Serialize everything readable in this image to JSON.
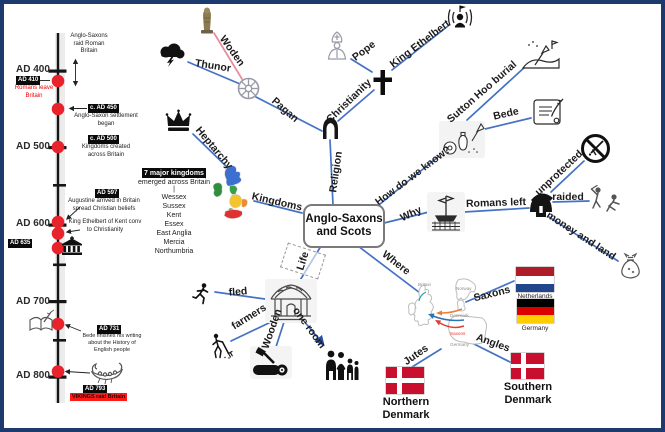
{
  "center": {
    "line1": "Anglo-Saxons",
    "line2": "and Scots"
  },
  "branches": {
    "religion": "Religion",
    "pagan": "Pagan",
    "woden": "Woden",
    "thunor": "Thunor",
    "christianity": "Christianity",
    "pope": "Pope",
    "king_ethelbert": "King Ethelbert",
    "how_do_we_know": "How do we know?",
    "sutton_hoo": "Sutton Hoo burial",
    "bede": "Bede",
    "why": "Why",
    "romans_left": "Romans left",
    "unprotected": "unprotected",
    "raided": "raided",
    "money_and_land": "money and land",
    "where": "Where",
    "saxons": "Saxons",
    "angles": "Angles",
    "jutes": "Jutes",
    "life": "Life",
    "fled": "fled",
    "farmers": "farmers",
    "wooden": "Wooden",
    "one_room": "one room",
    "kingdoms": "Kingdoms",
    "heptarchy": "Heptarchy"
  },
  "kingdoms_note": {
    "heading": "7 major kingdoms",
    "subheading": "emerged across Britain",
    "divider": "|",
    "items": [
      "Wessex",
      "Sussex",
      "Kent",
      "Essex",
      "East Anglia",
      "Mercia",
      "Northumbria"
    ]
  },
  "flags": {
    "netherlands_label": "Netherlands",
    "germany_label": "Germany",
    "southern_denmark_label": "Southern Denmark",
    "northern_denmark_label": "Northern Denmark"
  },
  "mini_map_labels": {
    "britain": "Britain",
    "norway": "Norway",
    "denmark": "Denmark",
    "germany": "Germany",
    "saxons": "Saxons"
  },
  "timeline": {
    "years": [
      "AD 400",
      "AD 500",
      "AD 600",
      "AD 700",
      "AD 800"
    ],
    "raid_note": "Anglo-Saxons raid Roman Britain",
    "events": {
      "e410": {
        "date": "AD 410",
        "text": "Romans leave Britain"
      },
      "e450": {
        "date": "c. AD 450",
        "text": "Anglo-Saxon settlement began"
      },
      "e500": {
        "date": "c. AD 500",
        "text": "Kingdoms created across Britain"
      },
      "e597": {
        "date": "AD 597",
        "text": "Augustine arrived in Britain spread Christian beliefs"
      },
      "e600": {
        "text": "King Ethelbert of Kent conv to Christianity"
      },
      "e635": {
        "date": "AD 635"
      },
      "e731": {
        "date": "AD 731",
        "text": "Bede finishes his writing about the History of English people"
      },
      "e793": {
        "date": "AD 793",
        "text": "VIKINGS raid Britain"
      }
    }
  },
  "colors": {
    "branch_line": "#4472C4",
    "woden_line": "#e58b9d",
    "timeline_dot": "#e8232b",
    "red_text": "#f10000",
    "denmark_flag": "#c8102e",
    "netherlands_red": "#AE1C28",
    "netherlands_blue": "#21468B",
    "germany_red": "#DD0000",
    "germany_gold": "#FFCE00"
  }
}
